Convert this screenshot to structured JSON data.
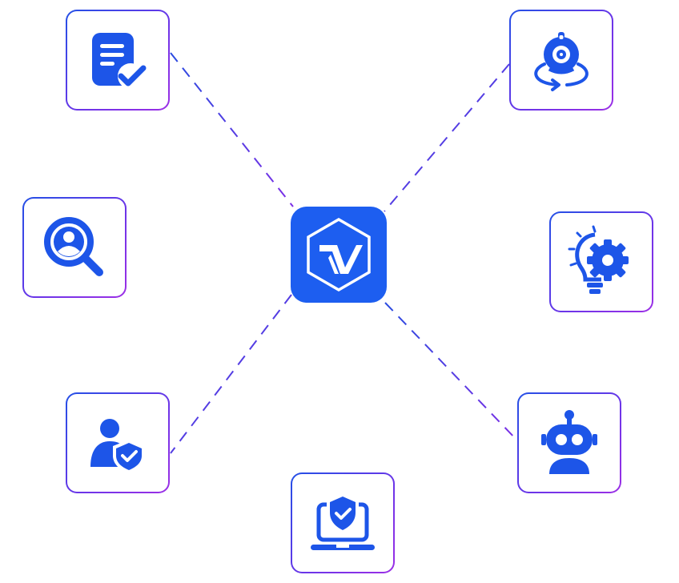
{
  "diagram": {
    "hub": {
      "icon": "hexagon-v-logo-icon",
      "color": "#1d5ef0"
    },
    "accent": "#1d55e8",
    "line_colors": [
      "#2a4be0",
      "#7d2fe6"
    ],
    "nodes": [
      {
        "id": "document-check",
        "icon": "document-check-icon"
      },
      {
        "id": "camera-360",
        "icon": "camera-360-icon"
      },
      {
        "id": "user-search",
        "icon": "user-search-icon"
      },
      {
        "id": "idea-gear",
        "icon": "lightbulb-gear-icon"
      },
      {
        "id": "user-shield",
        "icon": "user-shield-icon"
      },
      {
        "id": "robot",
        "icon": "robot-icon"
      },
      {
        "id": "laptop-shield",
        "icon": "laptop-shield-icon"
      }
    ]
  }
}
